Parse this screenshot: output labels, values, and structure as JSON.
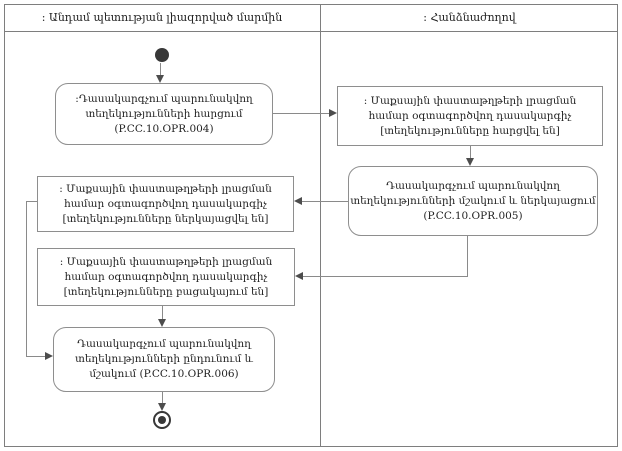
{
  "lanes": {
    "member_state": ": Անդամ պետության լիազորված մարմին",
    "commission": ": Հանձնաժողով"
  },
  "activities": {
    "opr004": {
      "line1": ":Դասակարգչում պարունակվող",
      "line2": "տեղեկությունների հարցում",
      "line3": "(P.CC.10.OPR.004)"
    },
    "opr005": {
      "line1": "Դասակարգչում պարունակվող",
      "line2": "տեղեկությունների մշակում և ներկայացում",
      "line3": "(P.CC.10.OPR.005)"
    },
    "opr006": {
      "line1": "Դասակարգչում պարունակվող",
      "line2": "տեղեկությունների ընդունում և",
      "line3": "մշակում (P.CC.10.OPR.006)"
    }
  },
  "objects": {
    "requested": {
      "line1": ": Մաքսային փաստաթղթերի լրացման",
      "line2": "համար օգտագործվող դասակարգիչ",
      "line3": "[տեղեկությունները հարցվել են]"
    },
    "presented": {
      "line1": ": Մաքսային փաստաթղթերի լրացման",
      "line2": "համար օգտագործվող դասակարգիչ",
      "line3": "[տեղեկությունները ներկայացվել են]"
    },
    "absent": {
      "line1": ": Մաքսային փաստաթղթերի լրացման",
      "line2": "համար օգտագործվող դասակարգիչ",
      "line3": "[տեղեկությունները բացակայում են]"
    }
  },
  "colors": {
    "background": "#ffffff",
    "line": "#8a8a8a",
    "border": "#7e7e7e",
    "text": "#1f1f1f",
    "node_fill": "#383838",
    "arrowhead": "#4d4d4d"
  }
}
